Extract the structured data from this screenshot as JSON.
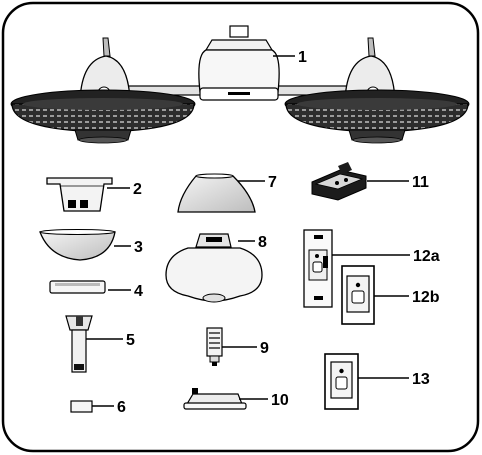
{
  "diagram": {
    "parts": [
      {
        "id": "1",
        "label": "1",
        "icon": "dual-fan-assembly-icon"
      },
      {
        "id": "2",
        "label": "2",
        "icon": "mounting-bracket-icon"
      },
      {
        "id": "3",
        "label": "3",
        "icon": "canopy-icon"
      },
      {
        "id": "4",
        "label": "4",
        "icon": "canopy-ring-icon"
      },
      {
        "id": "5",
        "label": "5",
        "icon": "downrod-icon"
      },
      {
        "id": "6",
        "label": "6",
        "icon": "coupling-cover-icon"
      },
      {
        "id": "7",
        "label": "7",
        "icon": "dome-shade-icon"
      },
      {
        "id": "8",
        "label": "8",
        "icon": "light-kit-icon"
      },
      {
        "id": "9",
        "label": "9",
        "icon": "led-bulb-icon"
      },
      {
        "id": "10",
        "label": "10",
        "icon": "switch-housing-cap-icon"
      },
      {
        "id": "11",
        "label": "11",
        "icon": "receiver-icon"
      },
      {
        "id": "12a",
        "label": "12a",
        "icon": "wall-control-icon"
      },
      {
        "id": "12b",
        "label": "12b",
        "icon": "wall-plate-icon"
      },
      {
        "id": "13",
        "label": "13",
        "icon": "wall-control-cover-icon"
      }
    ]
  }
}
